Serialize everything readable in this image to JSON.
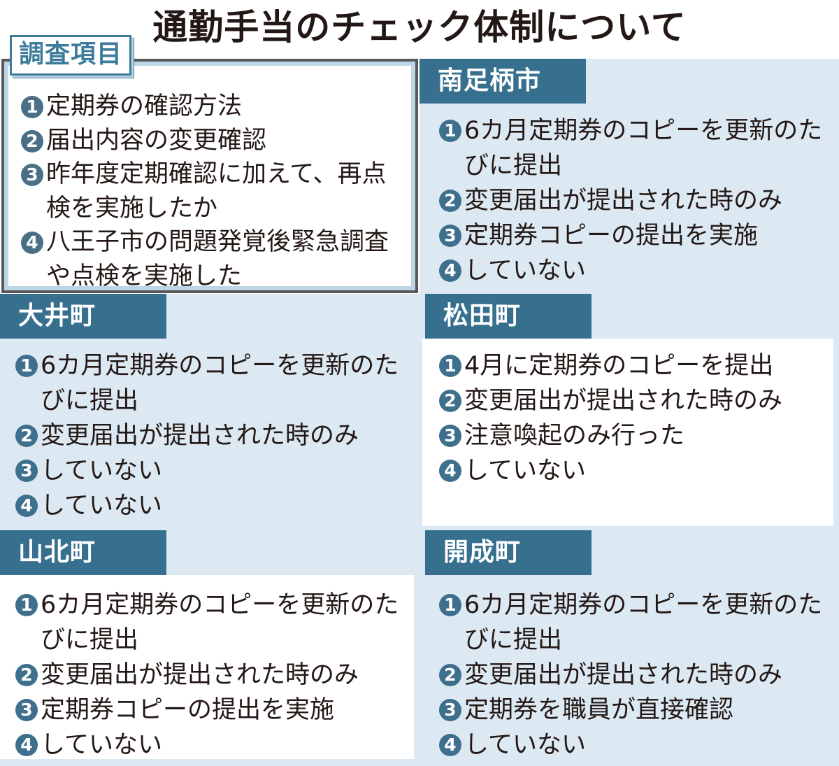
{
  "title": "通勤手当のチェック体制について",
  "legend": {
    "label": "調査項目",
    "items": [
      {
        "num": "1",
        "text": "定期券の確認方法"
      },
      {
        "num": "2",
        "text": "届出内容の変更確認"
      },
      {
        "num": "3",
        "text": "昨年度定期確認に加えて、再点検を実施したか"
      },
      {
        "num": "4",
        "text": "八王子市の問題発覚後緊急調査や点検を実施した"
      }
    ]
  },
  "municipalities": [
    {
      "name": "南足柄市",
      "items": [
        {
          "num": "1",
          "text": "6カ月定期券のコピーを更新のたびに提出"
        },
        {
          "num": "2",
          "text": "変更届出が提出された時のみ"
        },
        {
          "num": "3",
          "text": "定期券コピーの提出を実施"
        },
        {
          "num": "4",
          "text": "していない"
        }
      ]
    },
    {
      "name": "大井町",
      "items": [
        {
          "num": "1",
          "text": "6カ月定期券のコピーを更新のたびに提出"
        },
        {
          "num": "2",
          "text": "変更届出が提出された時のみ"
        },
        {
          "num": "3",
          "text": "していない"
        },
        {
          "num": "4",
          "text": "していない"
        }
      ]
    },
    {
      "name": "松田町",
      "items": [
        {
          "num": "1",
          "text": "4月に定期券のコピーを提出"
        },
        {
          "num": "2",
          "text": "変更届出が提出された時のみ"
        },
        {
          "num": "3",
          "text": "注意喚起のみ行った"
        },
        {
          "num": "4",
          "text": "していない"
        }
      ]
    },
    {
      "name": "山北町",
      "items": [
        {
          "num": "1",
          "text": "6カ月定期券のコピーを更新のたびに提出"
        },
        {
          "num": "2",
          "text": "変更届出が提出された時のみ"
        },
        {
          "num": "3",
          "text": "定期券コピーの提出を実施"
        },
        {
          "num": "4",
          "text": "していない"
        }
      ]
    },
    {
      "name": "開成町",
      "items": [
        {
          "num": "1",
          "text": "6カ月定期券のコピーを更新のたびに提出"
        },
        {
          "num": "2",
          "text": "変更届出が提出された時のみ"
        },
        {
          "num": "3",
          "text": "定期券を職員が直接確認"
        },
        {
          "num": "4",
          "text": "していない"
        }
      ]
    }
  ],
  "colors": {
    "header_bg": "#37708f",
    "cell_blue": "#dce9f2",
    "cell_white": "#ffffff",
    "number_badge": "#3e6f8d",
    "legend_border": "#58585a",
    "legend_tag": "#3e7c9c",
    "text": "#231815"
  }
}
